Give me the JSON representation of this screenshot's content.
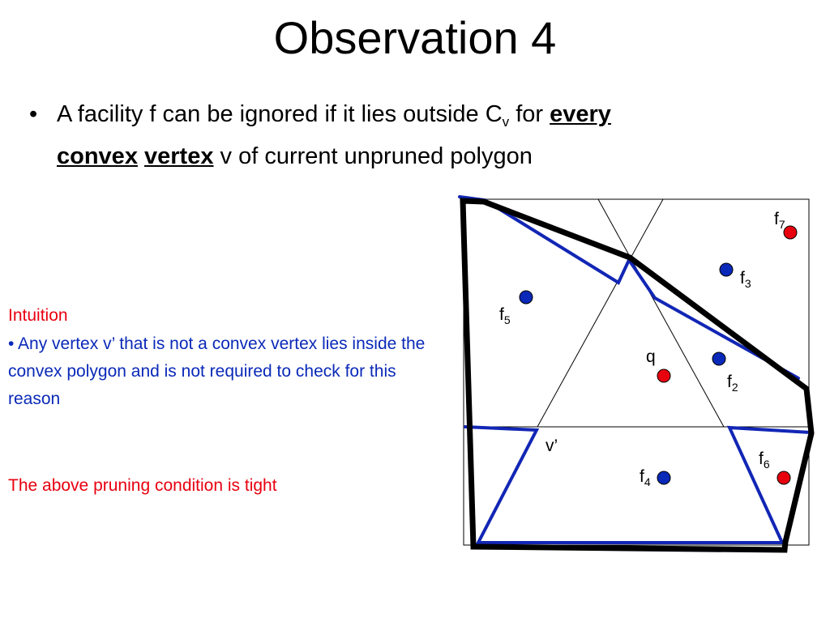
{
  "title": "Observation 4",
  "bullet": {
    "part1": "A facility f can be ignored if it lies outside C",
    "subscript": "v",
    "part2": " for ",
    "bold1": "every",
    "bold2": "convex",
    "bold3": "vertex",
    "part3": " v of current unpruned polygon"
  },
  "intuition": {
    "heading": "Intuition",
    "text": "• Any vertex v’ that is not a convex vertex lies inside the convex polygon and is not required to check for this reason"
  },
  "tight_note": "The above pruning condition is tight",
  "diagram": {
    "labels": {
      "f7": "f",
      "f7_sub": "7",
      "f3": "f",
      "f3_sub": "3",
      "f5": "f",
      "f5_sub": "5",
      "f2": "f",
      "f2_sub": "2",
      "f6": "f",
      "f6_sub": "6",
      "f4": "f",
      "f4_sub": "4",
      "q": "q",
      "v_prime": "v’"
    },
    "colors": {
      "red_point": "#e8000f",
      "blue_point": "#0a29b8",
      "blue_line": "#1226b5",
      "outline": "#000000"
    }
  }
}
